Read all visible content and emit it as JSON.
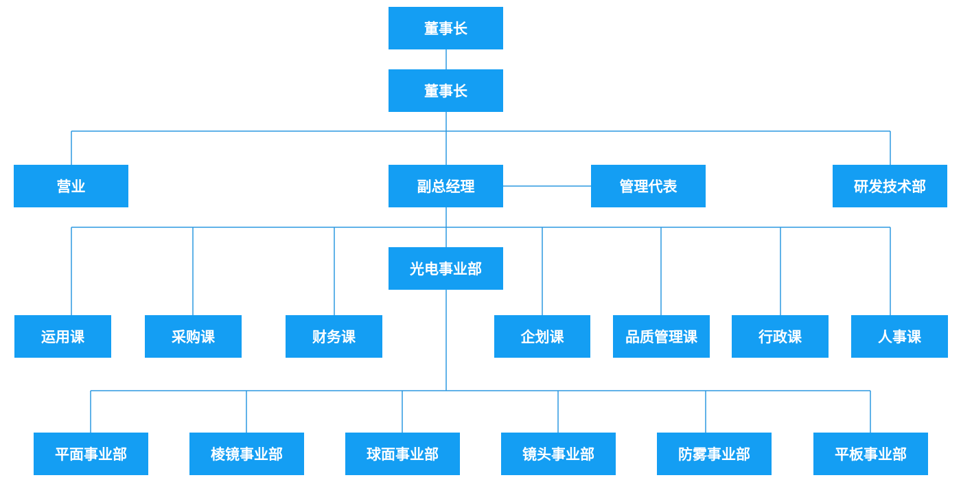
{
  "colors": {
    "box": "#149ef3",
    "line": "#2b98e0",
    "text": "#ffffff",
    "background": "#ffffff"
  },
  "nodes": {
    "chairman": "董事长",
    "chairman2": "董事长",
    "sales": "营业",
    "vice_gm": "副总经理",
    "mgmt_rep": "管理代表",
    "rd": "研发技术部",
    "optoelectronics": "光电事业部",
    "ops": "运用课",
    "purchasing": "采购课",
    "finance": "财务课",
    "planning": "企划课",
    "quality": "品质管理课",
    "admin": "行政课",
    "hr": "人事课",
    "flat": "平面事业部",
    "prism": "棱镜事业部",
    "spherical": "球面事业部",
    "lens": "镜头事业部",
    "antifog": "防雾事业部",
    "tablet": "平板事业部"
  }
}
